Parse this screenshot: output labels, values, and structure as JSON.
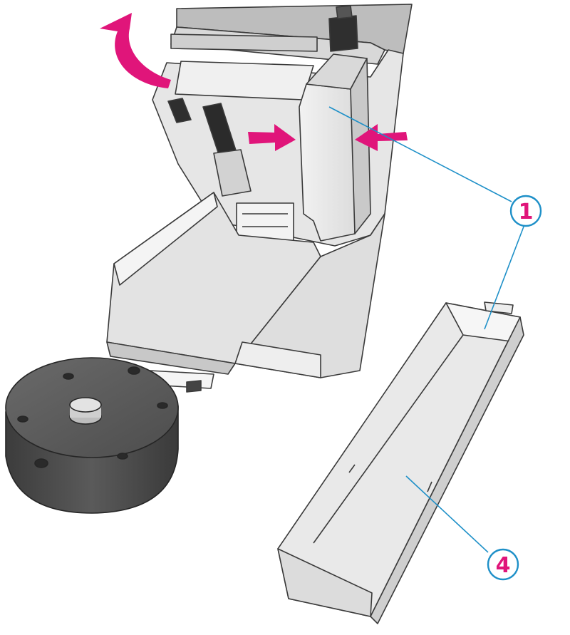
{
  "callouts": [
    {
      "number": "1",
      "target": "print-head-carriage"
    },
    {
      "number": "4",
      "target": "media-trough"
    }
  ],
  "colors": {
    "callout": "#1e90c8",
    "arrow": "#e0157a",
    "outline": "#3a3a3a",
    "body": "#e9e9e9",
    "shade": "#cfcfcf",
    "dark": "#333333",
    "hub_base": "#4a4a4a"
  },
  "icons": [
    "curved-open-arrow",
    "double-squeeze-arrow"
  ]
}
